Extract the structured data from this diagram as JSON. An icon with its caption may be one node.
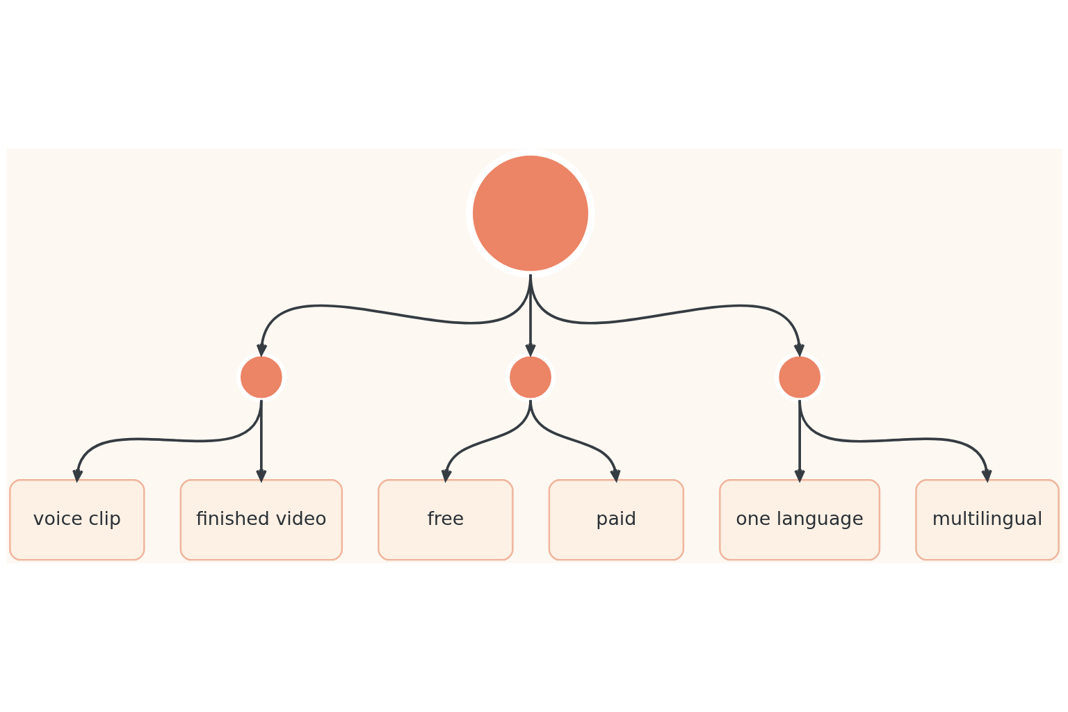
{
  "diagram": {
    "nodes": [
      {
        "text": [],
        "shape": "circle"
      },
      {
        "text": [],
        "shape": "circle"
      },
      {
        "text": [],
        "shape": "circle"
      },
      {
        "text": [],
        "shape": "circle"
      },
      {
        "text": [
          "voice clip"
        ]
      },
      {
        "text": [
          "finished video"
        ]
      },
      {
        "text": [
          "free"
        ]
      },
      {
        "text": [
          "paid"
        ]
      },
      {
        "text": [
          "one language"
        ]
      },
      {
        "text": [
          "multilingual"
        ]
      }
    ],
    "edges": [
      {
        "from": 0,
        "to": 1,
        "arrow": "to"
      },
      {
        "from": 0,
        "to": 2,
        "arrow": "to"
      },
      {
        "from": 0,
        "to": 3,
        "arrow": "to"
      },
      {
        "from": 1,
        "to": 4,
        "arrow": "to"
      },
      {
        "from": 1,
        "to": 5,
        "arrow": "to"
      },
      {
        "from": 2,
        "to": 6,
        "arrow": "to"
      },
      {
        "from": 2,
        "to": 7,
        "arrow": "to"
      },
      {
        "from": 3,
        "to": 8,
        "arrow": "to"
      },
      {
        "from": 3,
        "to": 9,
        "arrow": "to"
      }
    ]
  }
}
